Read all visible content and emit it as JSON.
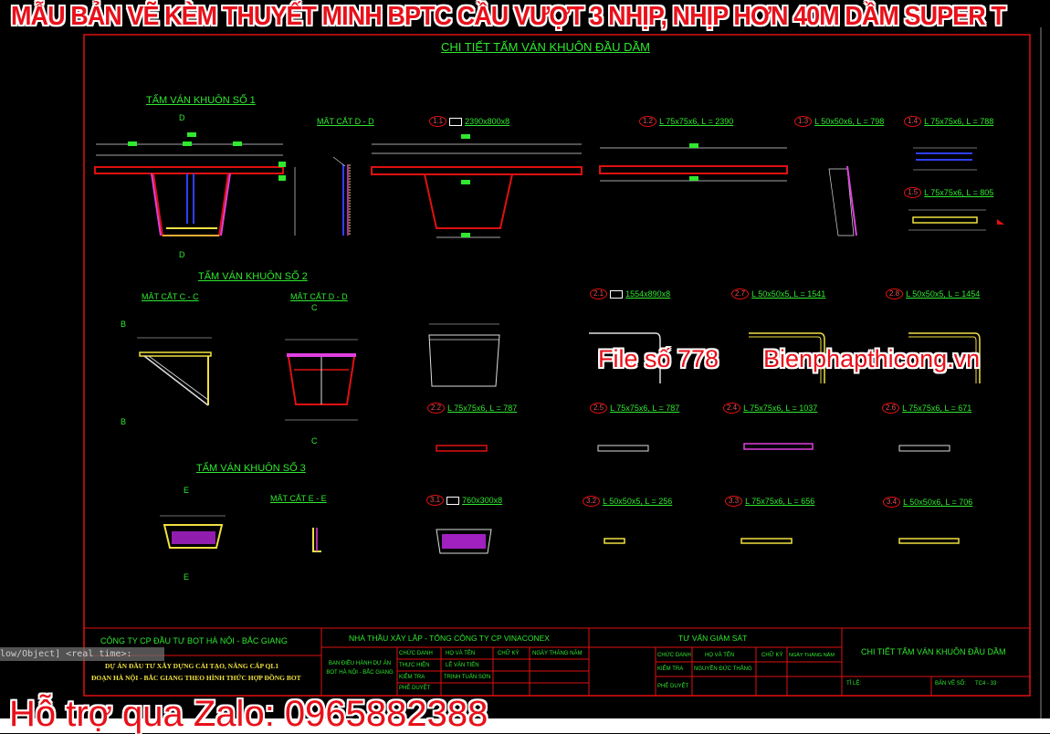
{
  "banner_title": "MẪU BẢN VẼ KÈM THUYẾT MINH BPTC CẦU VƯỢT 3 NHỊP, NHỊP HƠN 40M DẦM SUPER T",
  "drawing_title": "CHI TIẾT TẤM VÁN KHUÔN ĐẦU DẦM",
  "sections": {
    "s1": {
      "title": "TẤM VÁN KHUÔN SỐ 1",
      "cut": "MẶT CẮT D - D",
      "mark_d": "D"
    },
    "s2": {
      "title": "TẤM VÁN KHUÔN SỐ 2",
      "cut_c": "MẶT CẮT C - C",
      "cut_d": "MẶT CẮT D - D",
      "mark_b": "B",
      "mark_c": "C"
    },
    "s3": {
      "title": "TẤM VÁN KHUÔN SỐ 3",
      "cut": "MẶT CẮT E - E",
      "mark_e": "E"
    }
  },
  "parts": [
    {
      "id": "1.1",
      "spec": "2390x800x8",
      "plate": true
    },
    {
      "id": "1.2",
      "spec": "L 75x75x6, L = 2390"
    },
    {
      "id": "1.3",
      "spec": "L 50x50x6, L = 798"
    },
    {
      "id": "1.4",
      "spec": "L 75x75x6, L = 788"
    },
    {
      "id": "1.5",
      "spec": "L 75x75x6, L = 805"
    },
    {
      "id": "2.1",
      "spec": "1554x890x8",
      "plate": true
    },
    {
      "id": "2.7",
      "spec": "L 50x50x5, L = 1541"
    },
    {
      "id": "2.8",
      "spec": "L 50x50x5, L = 1454"
    },
    {
      "id": "2.2",
      "spec": "L 75x75x6, L = 787"
    },
    {
      "id": "2.5",
      "spec": "L 75x75x6, L = 787"
    },
    {
      "id": "2.4",
      "spec": "L 75x75x6, L = 1037"
    },
    {
      "id": "2.6",
      "spec": "L 75x75x6, L = 671"
    },
    {
      "id": "3.1",
      "spec": "760x300x8",
      "plate": true
    },
    {
      "id": "3.2",
      "spec": "L 50x50x5, L = 256"
    },
    {
      "id": "3.3",
      "spec": "L 75x75x6, L = 656"
    },
    {
      "id": "3.4",
      "spec": "L 50x50x6, L = 706"
    }
  ],
  "watermark": {
    "file": "File số 778",
    "site": "Bienphapthicong.vn"
  },
  "command_line": "low/Object] <real time>:",
  "support": "Hỗ trợ qua Zalo: 0965882388",
  "title_block": {
    "owner": "CÔNG TY CP ĐẦU TƯ BOT HÀ NỘI - BẮC GIANG",
    "project_line1": "DỰ ÁN ĐẦU TƯ XÂY DỰNG CẢI TẠO, NÂNG CẤP QL1",
    "project_line2": "ĐOẠN HÀ NỘI - BẮC GIANG THEO HÌNH THỨC HỢP ĐỒNG BOT",
    "contractor": "NHÀ THẦU XÂY LẮP - TỔNG CÔNG TY CP VINACONEX",
    "contractor_unit": "BAN ĐIỀU HÀNH DỰ ÁN BOT HÀ NỘI - BẮC GIANG",
    "headers": [
      "CHỨC DANH",
      "HỌ VÀ TÊN",
      "CHỮ KÝ",
      "NGÀY THÁNG NĂM"
    ],
    "contractor_rows": [
      [
        "THỰC HIỆN",
        "LÊ VĂN TIẾN"
      ],
      [
        "KIỂM TRA",
        "TRỊNH TUẤN SƠN"
      ],
      [
        "PHÊ DUYỆT",
        ""
      ]
    ],
    "consultant": "TƯ VẤN GIÁM SÁT",
    "consultant_rows": [
      [
        "KIỂM TRA",
        "NGUYỄN ĐỨC THẮNG"
      ],
      [
        "PHÊ DUYỆT",
        ""
      ]
    ],
    "sheet_title": "CHI TIẾT TẤM VÁN KHUÔN ĐẦU DẦM",
    "scale_label": "TỈ LỆ:",
    "sheet_no_label": "BẢN VẼ SỐ:",
    "sheet_no": "TC4 - 33"
  },
  "colors": {
    "frame": "#e01010",
    "text": "#2fe82f",
    "background": "#000000",
    "overlay": "#e8101a"
  }
}
